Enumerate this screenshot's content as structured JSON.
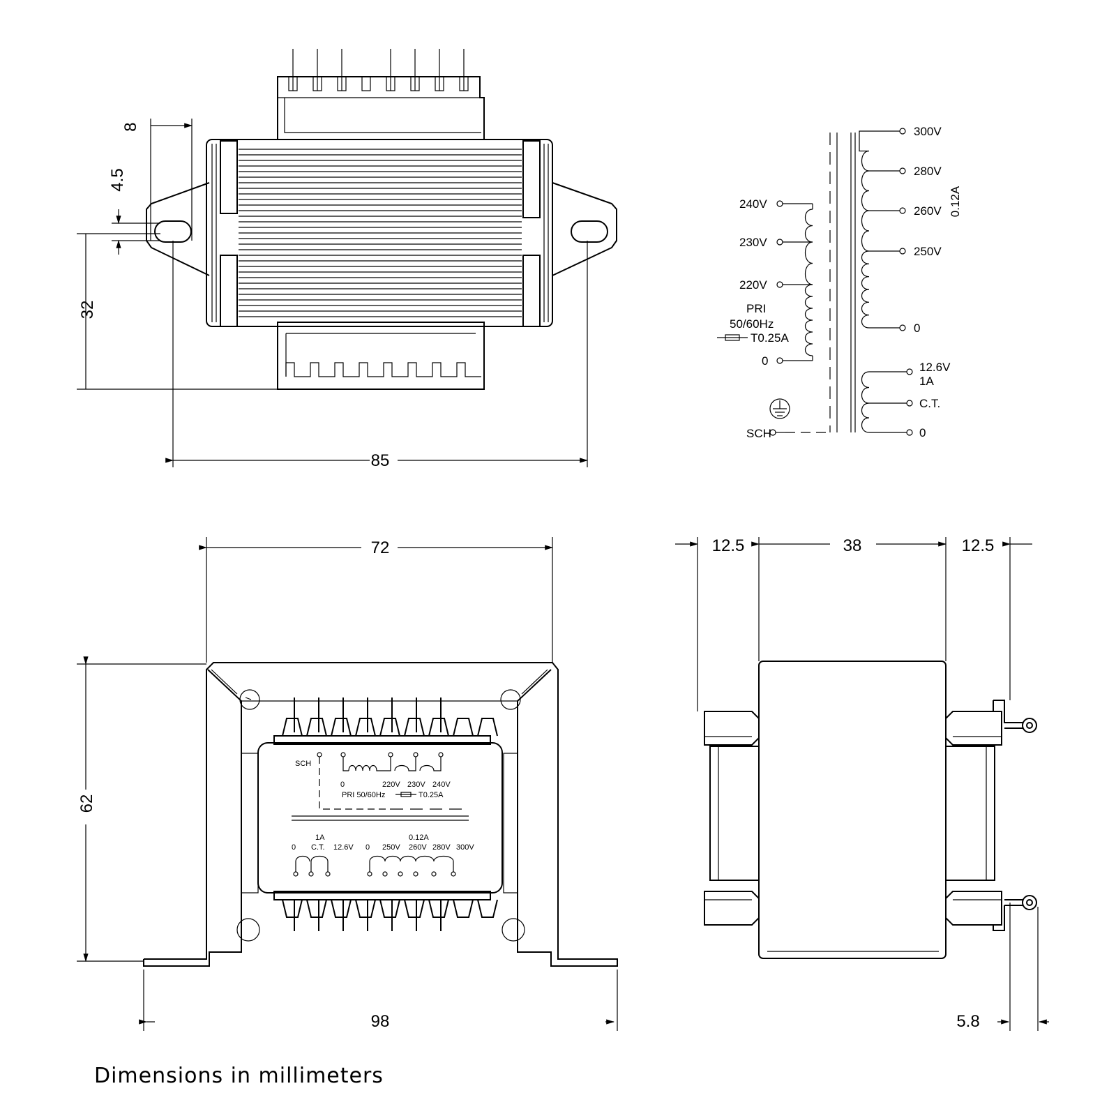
{
  "dimensions": {
    "top_height": "8",
    "slot_width": "4.5",
    "mount_offset": "32",
    "top_length": "85",
    "front_width": "72",
    "front_height": "62",
    "base_length": "98",
    "side_flange_left": "12.5",
    "side_core": "38",
    "side_flange_right": "12.5",
    "terminal_depth": "5.8"
  },
  "schematic": {
    "primary": {
      "taps": [
        "240V",
        "230V",
        "220V",
        "0"
      ],
      "label": "PRI",
      "freq": "50/60Hz",
      "fuse": "T0.25A"
    },
    "ht": {
      "taps": [
        "300V",
        "280V",
        "260V",
        "250V",
        "0"
      ],
      "current": "0.12A"
    },
    "lt": {
      "voltage": "12.6V",
      "current": "1A",
      "center_tap": "C.T.",
      "zero": "0"
    },
    "screen": "SCH"
  },
  "label_plate": {
    "screen": "SCH",
    "pri_taps": [
      "0",
      "220V",
      "230V",
      "240V"
    ],
    "pri_info": "PRI 50/60Hz",
    "pri_fuse": "T0.25A",
    "lt_current": "1A",
    "ht_current": "0.12A",
    "sec_taps": [
      "0",
      "C.T.",
      "12.6V",
      "0",
      "250V",
      "260V",
      "280V",
      "300V"
    ]
  },
  "footer": "Dimensions in millimeters"
}
